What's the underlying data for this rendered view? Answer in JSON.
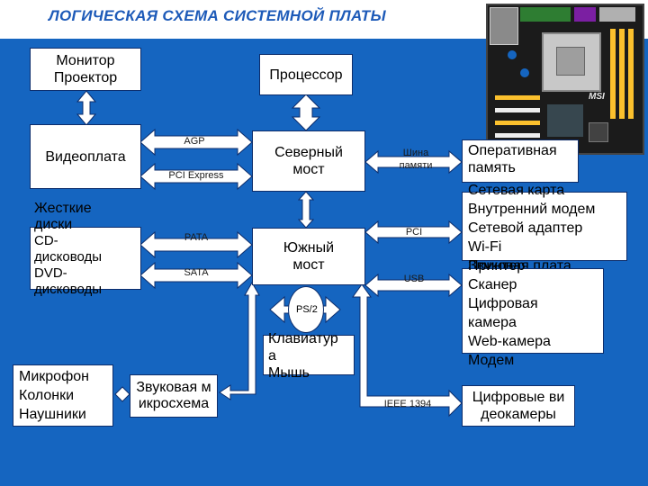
{
  "title": "ЛОГИЧЕСКАЯ СХЕМА СИСТЕМНОЙ ПЛАТЫ",
  "motherboard_photo": {
    "brand_text": "MSI"
  },
  "nodes": {
    "monitor": [
      "Монитор",
      "Проектор"
    ],
    "processor": "Процессор",
    "videocard": "Видеоплата",
    "northbridge": "Северный мост",
    "ram": [
      "Оперативная",
      "память"
    ],
    "storage": [
      "Жесткие",
      "диски",
      "CD-",
      "дисководы",
      "DVD-",
      "дисководы"
    ],
    "southbridge": "Южный мост",
    "pci_devices": [
      "Сетевая карта",
      "Внутренний модем",
      "Сетевой адаптер",
      "Wi-Fi",
      "Звуковая плата"
    ],
    "usb_devices": [
      "Принтер",
      "Сканер",
      "Цифровая",
      "камера",
      "Web-камера",
      "Модем"
    ],
    "ps2": "PS/2",
    "keyboard_mouse": [
      "Клавиатур",
      "а",
      "Мышь"
    ],
    "audio_devices": [
      "Микрофон",
      "Колонки",
      "Наушники"
    ],
    "sound_chip": "Звуковая микросхема",
    "digital_video": "Цифровые видеокамеры"
  },
  "buses": {
    "agp": "AGP",
    "pci_express": "PCI Express",
    "memory_bus": "Шина памяти",
    "pata": "PATA",
    "sata": "SATA",
    "pci": "PCI",
    "usb": "USB",
    "ieee1394": "IEEE 1394"
  }
}
